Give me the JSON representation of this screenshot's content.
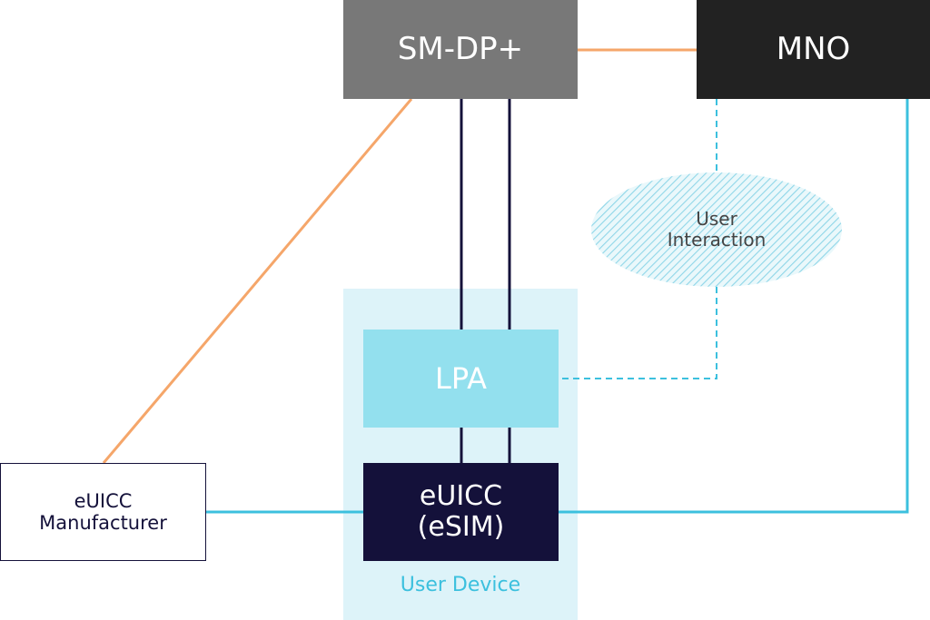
{
  "nodes": {
    "smdp": "SM-DP+",
    "mno": "MNO",
    "lpa": "LPA",
    "euicc": {
      "line1": "eUICC",
      "line2": "(eSIM)"
    },
    "manufacturer": {
      "line1": "eUICC",
      "line2": "Manufacturer"
    },
    "user_interaction": {
      "line1": "User",
      "line2": "Interaction"
    }
  },
  "group": {
    "label": "User Device"
  },
  "colors": {
    "orange_link": "#f5a66a",
    "navy_link": "#14113a",
    "cyan_link": "#3cc0de",
    "smdp_fill": "#787878",
    "mno_fill": "#222222",
    "lpa_fill": "#93e0ee",
    "euicc_fill": "#14113a",
    "device_bg": "#ddf3f9"
  }
}
